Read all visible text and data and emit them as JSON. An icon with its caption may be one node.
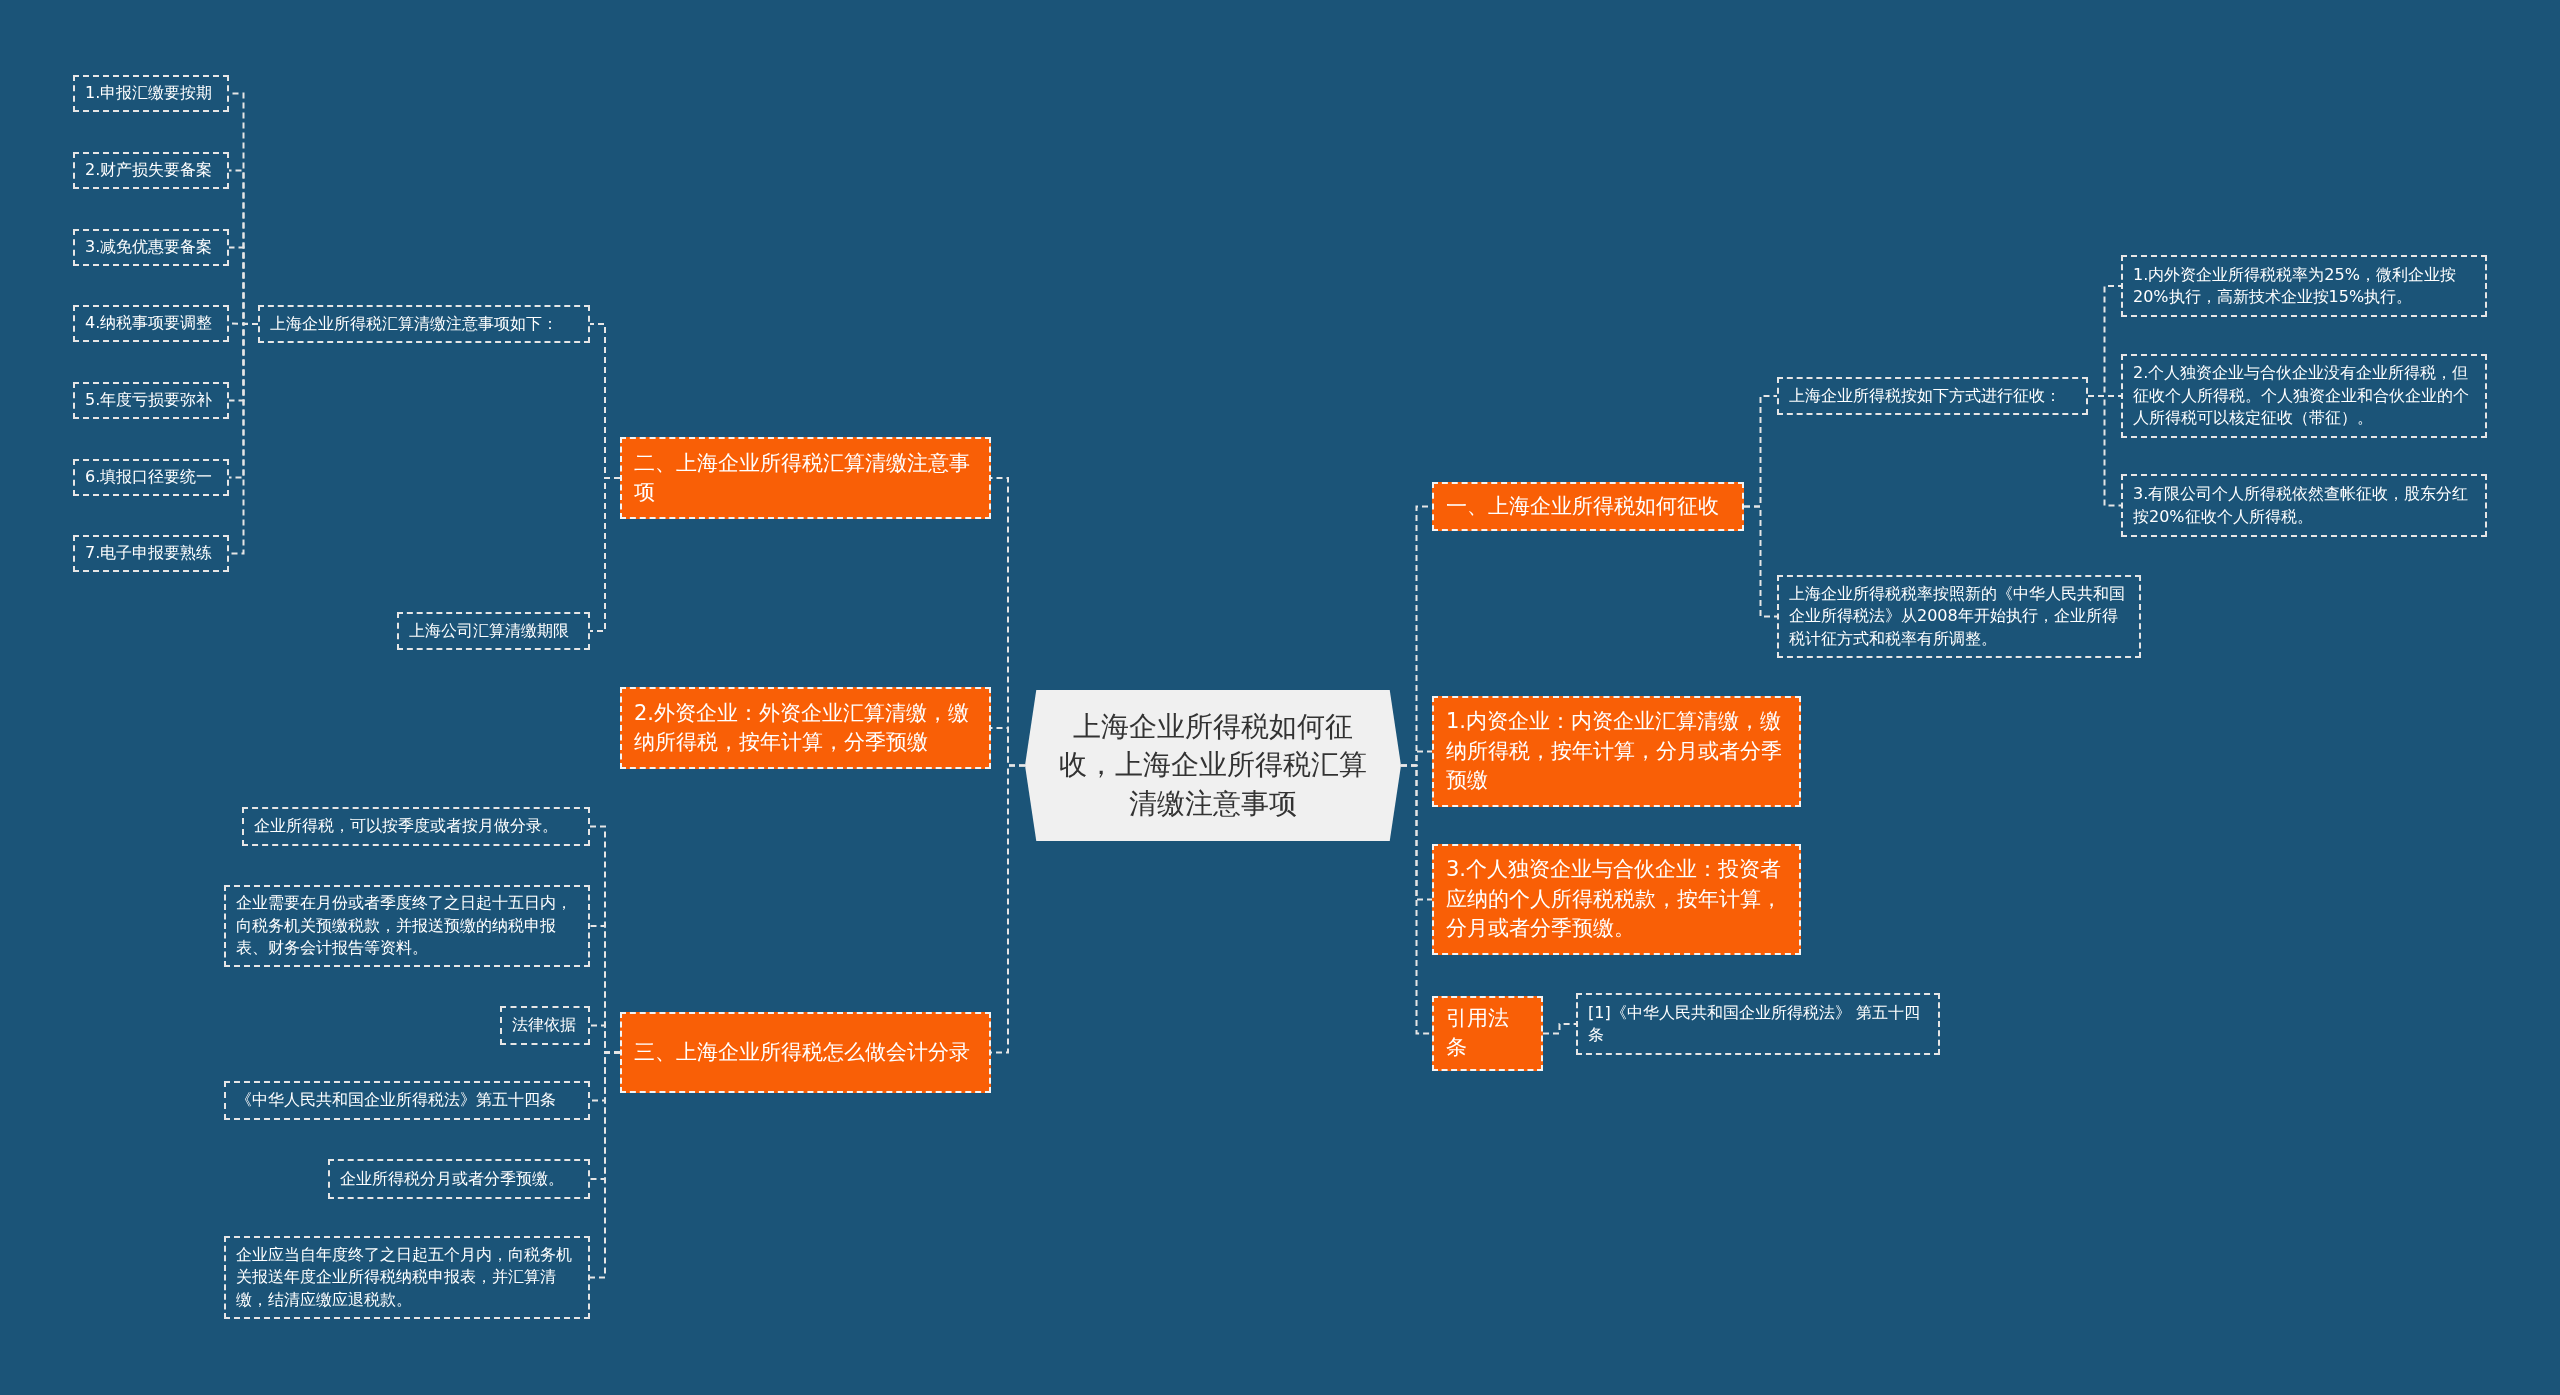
{
  "diagram": {
    "nodes": [
      {
        "text": [
          "上海企业所得税如何征收，上海企业所得税汇算清缴注意事项"
        ]
      },
      {
        "text": [
          "二、上海企业所得税汇算清缴注意事项"
        ]
      },
      {
        "text": [
          "上海企业所得税汇算清缴注意事项如下："
        ]
      },
      {
        "text": [
          "1.申报汇缴要按期"
        ]
      },
      {
        "text": [
          "2.财产损失要备案"
        ]
      },
      {
        "text": [
          "3.减免优惠要备案"
        ]
      },
      {
        "text": [
          "4.纳税事项要调整"
        ]
      },
      {
        "text": [
          "5.年度亏损要弥补"
        ]
      },
      {
        "text": [
          "6.填报口径要统一"
        ]
      },
      {
        "text": [
          "7.电子申报要熟练"
        ]
      },
      {
        "text": [
          "上海公司汇算清缴期限"
        ]
      },
      {
        "text": [
          "2.外资企业：外资企业汇算清缴，缴纳所得税，按年计算，分季预缴"
        ]
      },
      {
        "text": [
          "三、上海企业所得税怎么做会计分录"
        ]
      },
      {
        "text": [
          "企业所得税，可以按季度或者按月做分录。"
        ]
      },
      {
        "text": [
          "企业需要在月份或者季度终了之日起十五日内，向税务机关预缴税款，并报送预缴的纳税申报表、财务会计报告等资料。"
        ]
      },
      {
        "text": [
          "法律依据"
        ]
      },
      {
        "text": [
          "《中华人民共和国企业所得税法》第五十四条"
        ]
      },
      {
        "text": [
          "企业所得税分月或者分季预缴。"
        ]
      },
      {
        "text": [
          "企业应当自年度终了之日起五个月内，向税务机关报送年度企业所得税纳税申报表，并汇算清缴，结清应缴应退税款。"
        ]
      },
      {
        "text": [
          "一、上海企业所得税如何征收"
        ]
      },
      {
        "text": [
          "上海企业所得税按如下方式进行征收："
        ]
      },
      {
        "text": [
          "1.内外资企业所得税税率为25%，微利企业按20%执行，高新技术企业按15%执行。"
        ]
      },
      {
        "text": [
          "2.个人独资企业与合伙企业没有企业所得税，但征收个人所得税。个人独资企业和合伙企业的个人所得税可以核定征收（带征）。"
        ]
      },
      {
        "text": [
          "3.有限公司个人所得税依然查帐征收，股东分红按20%征收个人所得税。"
        ]
      },
      {
        "text": [
          "上海企业所得税税率按照新的《中华人民共和国企业所得税法》从2008年开始执行，企业所得税计征方式和税率有所调整。"
        ]
      },
      {
        "text": [
          "1.内资企业：内资企业汇算清缴，缴纳所得税，按年计算，分月或者分季预缴"
        ]
      },
      {
        "text": [
          "3.个人独资企业与合伙企业：投资者应纳的个人所得税税款，按年计算，分月或者分季预缴。"
        ]
      },
      {
        "text": [
          "引用法条"
        ]
      },
      {
        "text": [
          "[1]《中华人民共和国企业所得税法》 第五十四条"
        ]
      }
    ],
    "edges": [
      {
        "from": 0,
        "to": 1,
        "arrow": "none"
      },
      {
        "from": 1,
        "to": 2,
        "arrow": "none"
      },
      {
        "from": 2,
        "to": 3,
        "arrow": "none"
      },
      {
        "from": 2,
        "to": 4,
        "arrow": "none"
      },
      {
        "from": 2,
        "to": 5,
        "arrow": "none"
      },
      {
        "from": 2,
        "to": 6,
        "arrow": "none"
      },
      {
        "from": 2,
        "to": 7,
        "arrow": "none"
      },
      {
        "from": 2,
        "to": 8,
        "arrow": "none"
      },
      {
        "from": 2,
        "to": 9,
        "arrow": "none"
      },
      {
        "from": 1,
        "to": 10,
        "arrow": "none"
      },
      {
        "from": 0,
        "to": 11,
        "arrow": "none"
      },
      {
        "from": 0,
        "to": 12,
        "arrow": "none"
      },
      {
        "from": 12,
        "to": 13,
        "arrow": "none"
      },
      {
        "from": 12,
        "to": 14,
        "arrow": "none"
      },
      {
        "from": 12,
        "to": 15,
        "arrow": "none"
      },
      {
        "from": 12,
        "to": 16,
        "arrow": "none"
      },
      {
        "from": 12,
        "to": 17,
        "arrow": "none"
      },
      {
        "from": 12,
        "to": 18,
        "arrow": "none"
      },
      {
        "from": 0,
        "to": 19,
        "arrow": "none"
      },
      {
        "from": 19,
        "to": 20,
        "arrow": "none"
      },
      {
        "from": 20,
        "to": 21,
        "arrow": "none"
      },
      {
        "from": 20,
        "to": 22,
        "arrow": "none"
      },
      {
        "from": 20,
        "to": 23,
        "arrow": "none"
      },
      {
        "from": 19,
        "to": 24,
        "arrow": "none"
      },
      {
        "from": 0,
        "to": 25,
        "arrow": "none"
      },
      {
        "from": 0,
        "to": 26,
        "arrow": "none"
      },
      {
        "from": 0,
        "to": 27,
        "arrow": "none"
      },
      {
        "from": 27,
        "to": 28,
        "arrow": "none"
      }
    ]
  }
}
